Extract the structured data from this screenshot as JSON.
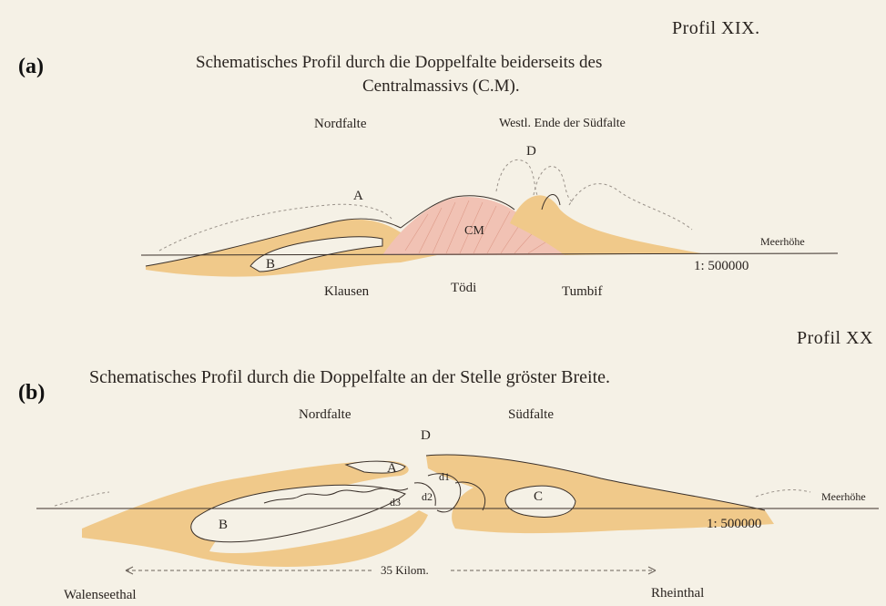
{
  "panel_a": {
    "panel_label": "(a)",
    "plate": "Profil XIX.",
    "title_line1": "Schematisches Profil durch die Doppelfalte beiderseits des",
    "title_line2": "Centralmassivs (C.M).",
    "nordfalte": "Nordfalte",
    "suedfalte": "Westl. Ende der Südfalte",
    "letter_a": "A",
    "letter_b": "B",
    "letter_d": "D",
    "cm": "CM",
    "meerhoehe": "Meerhöhe",
    "scale": "1: 500000",
    "place_1": "Klausen",
    "place_2": "Tödi",
    "place_3": "Tumbif"
  },
  "panel_b": {
    "panel_label": "(b)",
    "plate": "Profil XX",
    "title": "Schematisches Profil durch die Doppelfalte an der Stelle gröster Breite.",
    "nordfalte": "Nordfalte",
    "suedfalte": "Südfalte",
    "letter_a": "A",
    "letter_b": "B",
    "letter_c": "C",
    "letter_d": "D",
    "d1": "d1",
    "d2": "d2",
    "d3": "d3",
    "meerhoehe": "Meerhöhe",
    "scale": "1: 500000",
    "distance": "35 Kilom.",
    "place_left": "Walenseethal",
    "place_right": "Rheinthal"
  },
  "colors": {
    "sediment": "#f0c98a",
    "massif": "#f1c2b4",
    "line": "#3a302a",
    "paper": "#f5f1e6"
  }
}
